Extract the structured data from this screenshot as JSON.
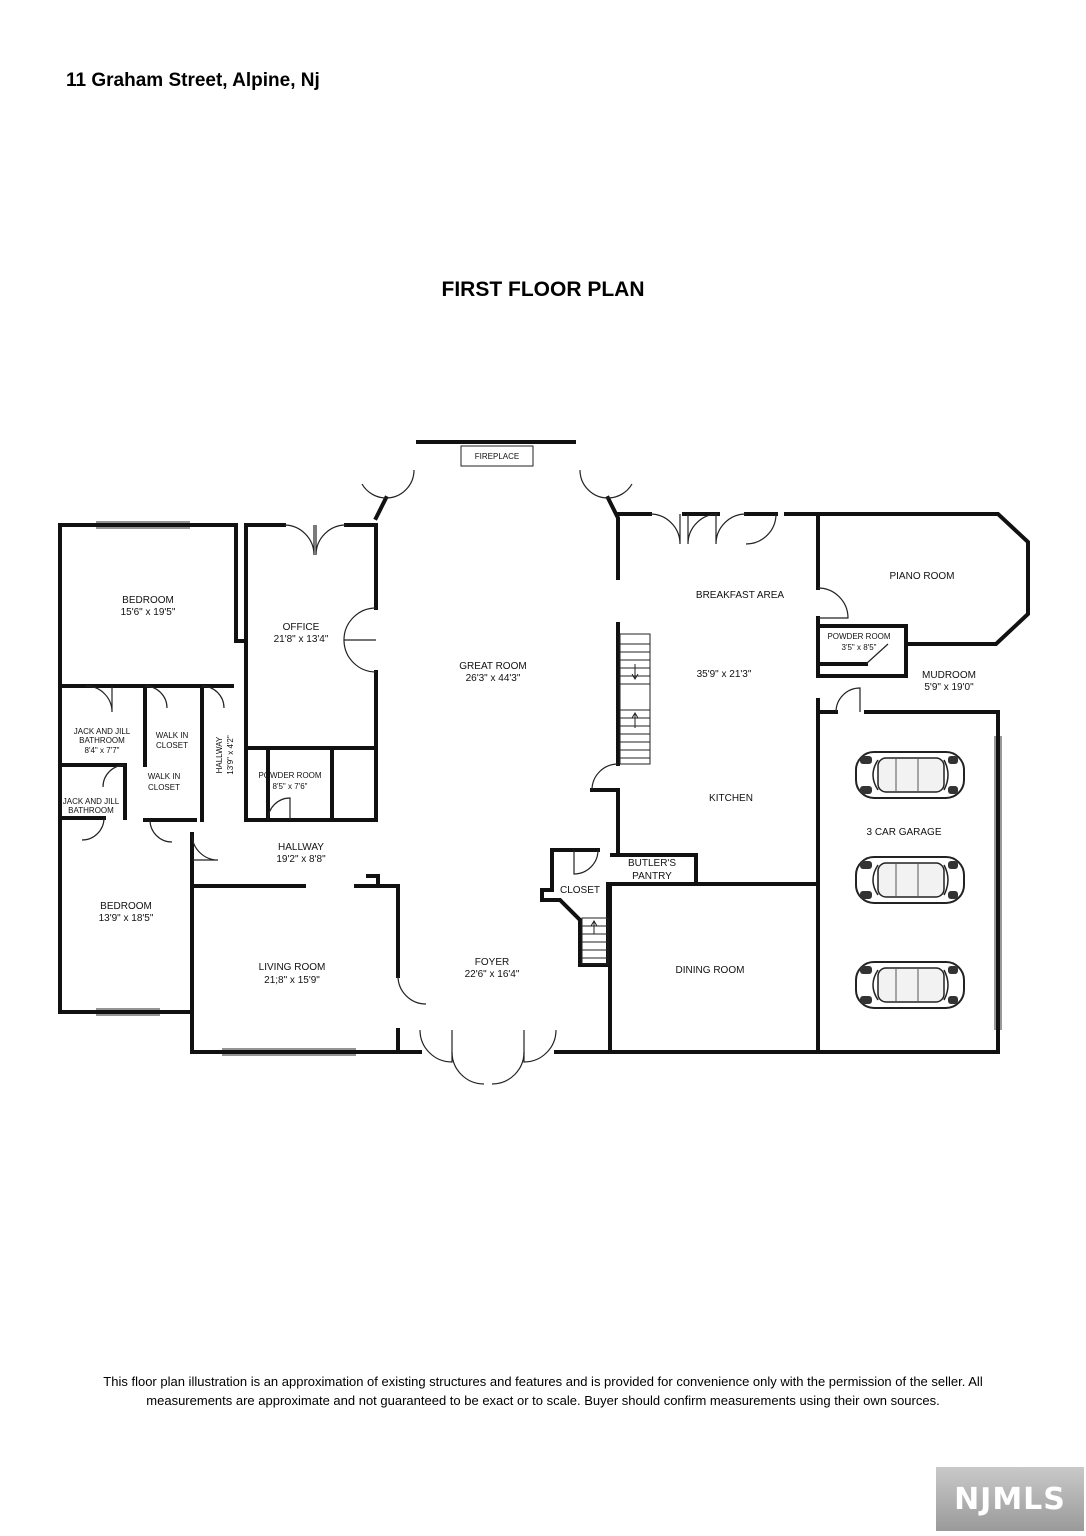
{
  "header": {
    "address": "11 Graham Street, Alpine, Nj"
  },
  "plan_title": "FIRST FLOOR PLAN",
  "rooms": {
    "fireplace": "FIREPLACE",
    "bedroom1": {
      "name": "BEDROOM",
      "dims": "15'6\" x 19'5\""
    },
    "office": {
      "name": "OFFICE",
      "dims": "21'8\" x 13'4\""
    },
    "great_room": {
      "name": "GREAT ROOM",
      "dims": "26'3\" x 44'3\""
    },
    "breakfast": {
      "name": "BREAKFAST AREA",
      "dims": "35'9\" x 21'3\""
    },
    "piano": {
      "name": "PIANO ROOM"
    },
    "powder_room_small": {
      "name": "POWDER ROOM",
      "dims": "3'5\" x 8'5\""
    },
    "mudroom": {
      "name": "MUDROOM",
      "dims": "5'9\" x 19'0\""
    },
    "jj_bath1": {
      "name_line1": "JACK AND JILL",
      "name_line2": "BATHROOM",
      "dims": "8'4\" x 7'7\""
    },
    "walk_in1": {
      "line1": "WALK IN",
      "line2": "CLOSET"
    },
    "hallway_vert": {
      "name": "HALLWAY",
      "dims": "13'9\" x 4'2\""
    },
    "powder_room": {
      "name": "POWDER ROOM",
      "dims": "8'5\" x 7'6\""
    },
    "walk_in2": {
      "line1": "WALK IN",
      "line2": "CLOSET"
    },
    "jj_bath2": {
      "line1": "JACK AND JILL",
      "line2": "BATHROOM"
    },
    "hallway": {
      "name": "HALLWAY",
      "dims": "19'2\" x 8'8\""
    },
    "kitchen": {
      "name": "KITCHEN"
    },
    "garage": {
      "name": "3 CAR GARAGE"
    },
    "butlers": {
      "line1": "BUTLER'S",
      "line2": "PANTRY"
    },
    "closet": {
      "name": "CLOSET"
    },
    "bedroom2": {
      "name": "BEDROOM",
      "dims": "13'9\" x 18'5\""
    },
    "living": {
      "name": "LIVING ROOM",
      "dims": "21;8\" x 15'9\""
    },
    "foyer": {
      "name": "FOYER",
      "dims": "22'6\" x 16'4\""
    },
    "dining": {
      "name": "DINING ROOM"
    }
  },
  "disclaimer": "This floor plan illustration is an approximation of existing structures and features and is provided for convenience only with the permission of the seller. All measurements are approximate and not guaranteed to be exact or to scale. Buyer should confirm measurements using their own sources.",
  "logo_text": "NJMLS"
}
